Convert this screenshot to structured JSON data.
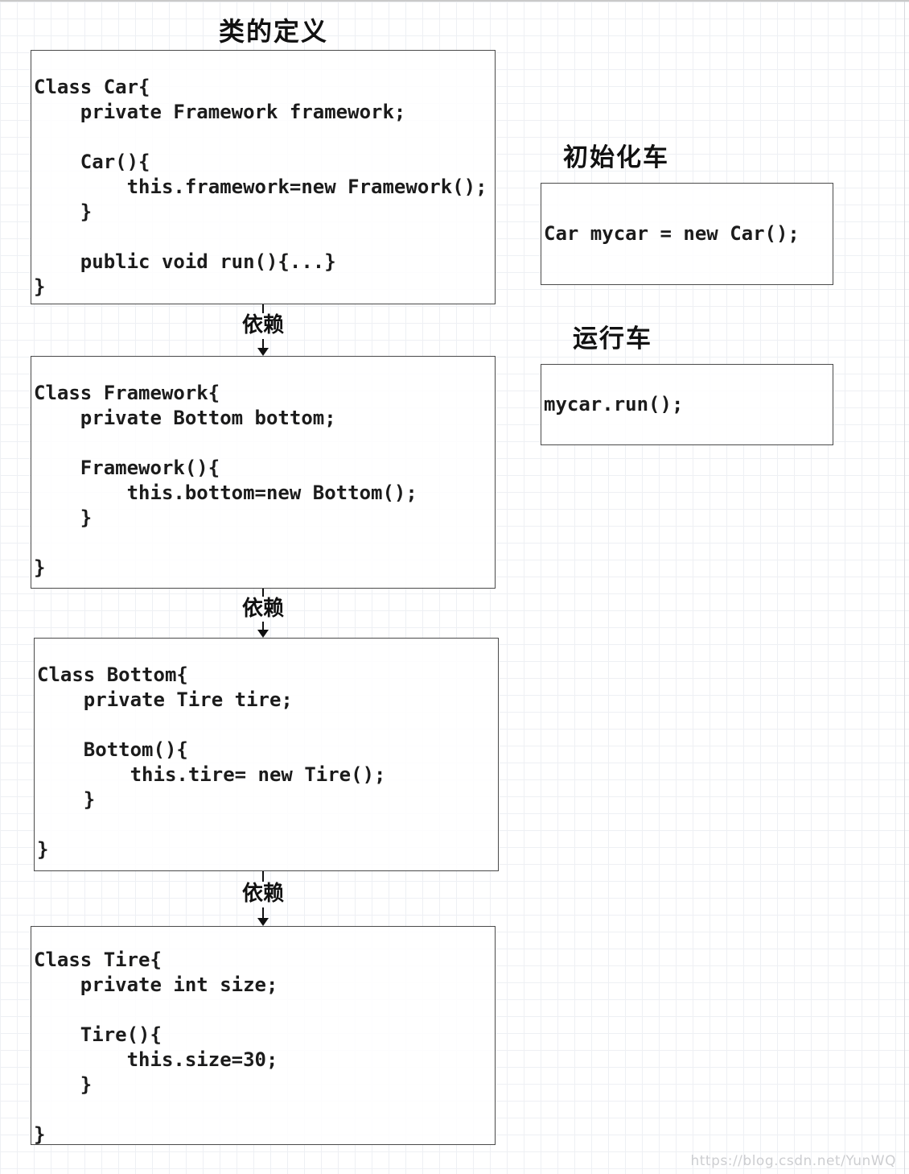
{
  "title": "类的定义",
  "diagram": {
    "dependency_label": "依赖",
    "classes": [
      {
        "id": "car",
        "code": "Class Car{\n    private Framework framework;\n\n    Car(){\n        this.framework=new Framework();\n    }\n\n    public void run(){...}\n}"
      },
      {
        "id": "framework",
        "code": "Class Framework{\n    private Bottom bottom;\n\n    Framework(){\n        this.bottom=new Bottom();\n    }\n\n}"
      },
      {
        "id": "bottom",
        "code": "Class Bottom{\n    private Tire tire;\n\n    Bottom(){\n        this.tire= new Tire();\n    }\n\n}"
      },
      {
        "id": "tire",
        "code": "Class Tire{\n    private int size;\n\n    Tire(){\n        this.size=30;\n    }\n\n}"
      }
    ]
  },
  "right_panel": {
    "init_title": "初始化车",
    "init_code": "Car mycar = new Car();",
    "run_title": "运行车",
    "run_code": "mycar.run();"
  },
  "watermark": "https://blog.csdn.net/YunWQ",
  "colors": {
    "border": "#4a4a4a",
    "code_text": "#1b1b1b",
    "grid": "#eef0f4"
  }
}
